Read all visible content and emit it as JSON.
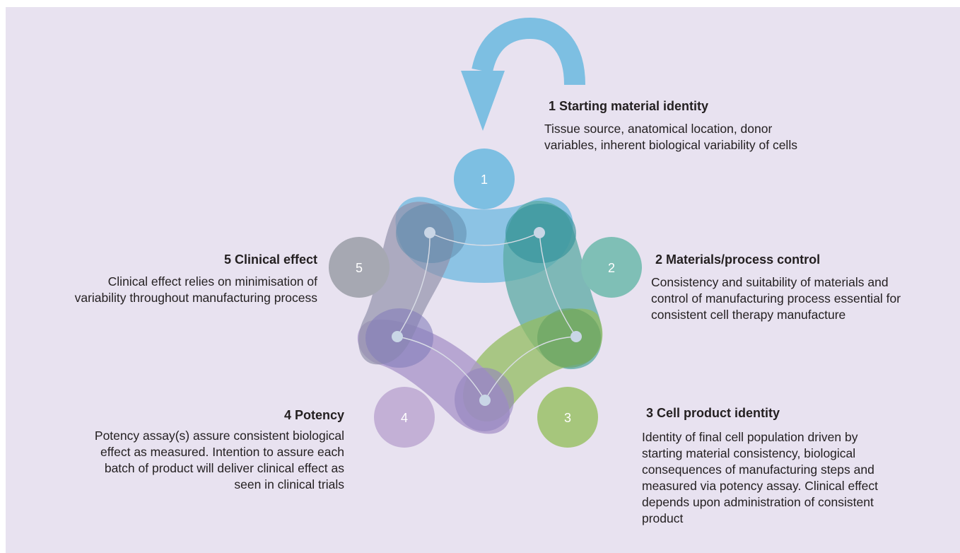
{
  "stages": [
    {
      "number": "1",
      "title": "1 Starting material identity",
      "description": "Tissue source, anatomical location, donor\nvariables, inherent biological variability of cells",
      "color": "#7dbfe2"
    },
    {
      "number": "2",
      "title": "2 Materials/process control",
      "description": "Consistency and suitability of materials and\ncontrol of manufacturing process essential for\nconsistent cell therapy manufacture",
      "color": "#7fbfb6"
    },
    {
      "number": "3",
      "title": "3 Cell product identity",
      "description": "Identity of final cell population driven by\nstarting material consistency, biological\nconsequences of manufacturing steps and\nmeasured via potency assay. Clinical effect\ndepends upon administration of consistent\nproduct",
      "color": "#a6c67c"
    },
    {
      "number": "4",
      "title": "4 Potency",
      "description": "Potency assay(s) assure consistent biological\neffect as measured. Intention to assure each\nbatch of product will deliver clinical effect as\nseen in clinical trials",
      "color": "#c3b0d6"
    },
    {
      "number": "5",
      "title": "5 Clinical effect",
      "description": "Clinical effect relies on minimisation of\nvariability throughout manufacturing process",
      "color": "#a6a8b2"
    }
  ],
  "colors": {
    "background": "#e8e2f0",
    "arrow": "#7dbfe2",
    "connector": "#d9dde6"
  }
}
